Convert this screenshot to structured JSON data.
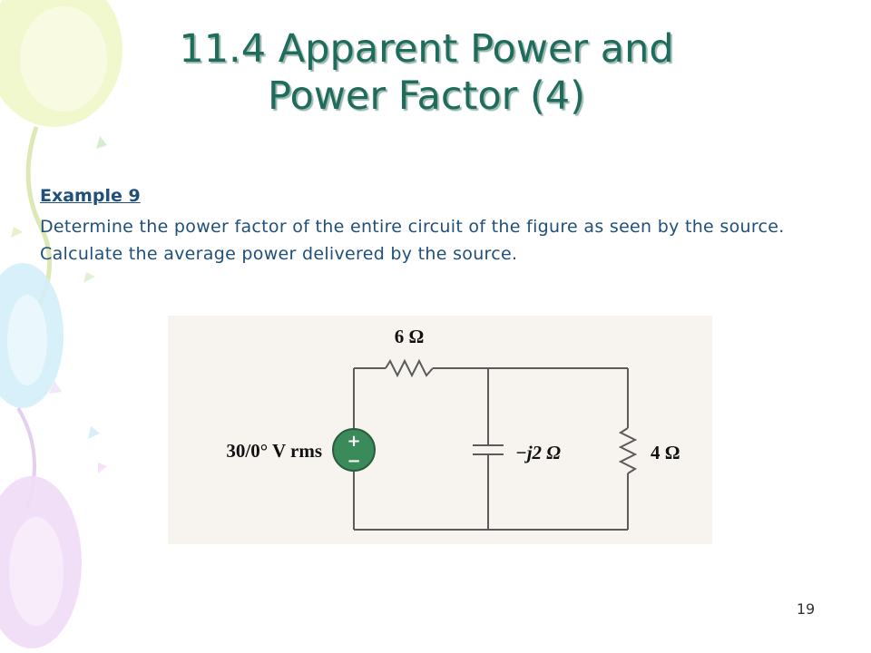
{
  "slide": {
    "title_line1": "11.4 Apparent Power and",
    "title_line2": "Power Factor (4)",
    "example_heading": "Example 9",
    "problem_text": "Determine the power factor of the entire circuit of the figure as seen by the source. Calculate the average power delivered by the source.",
    "page_number": "19"
  },
  "circuit": {
    "source_label": "30/0° V rms",
    "source_plus": "+",
    "source_minus": "−",
    "resistor_series_label": "6 Ω",
    "capacitor_label": "−j2 Ω",
    "resistor_parallel_label": "4 Ω"
  },
  "colors": {
    "title": "#1f6b5c",
    "body_text": "#1f4f7a",
    "source_fill": "#3a8a5a"
  }
}
